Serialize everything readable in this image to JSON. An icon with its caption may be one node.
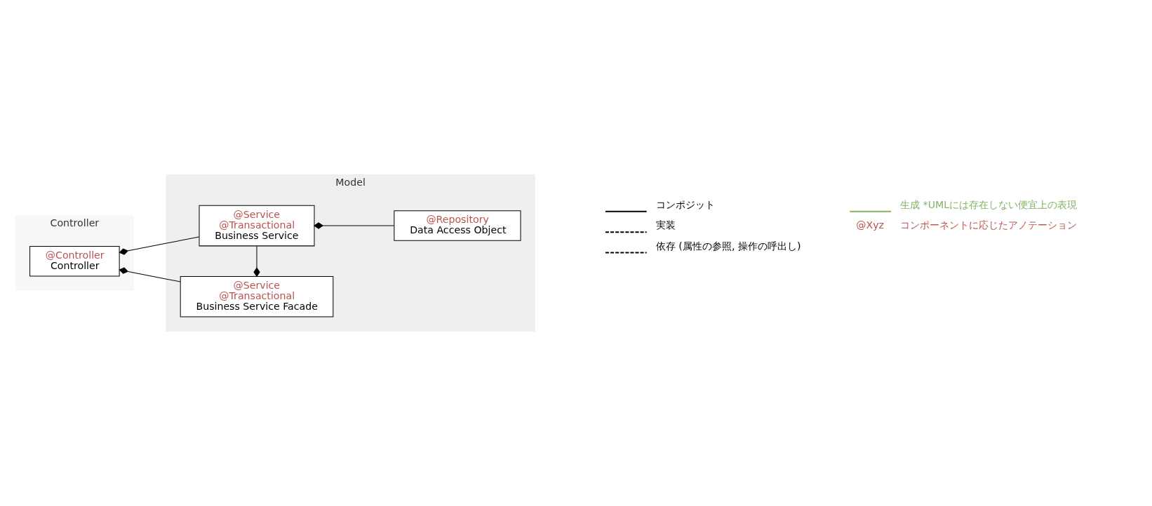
{
  "diagram": {
    "nodes": [
      {
        "text": [
          "Controller"
        ]
      },
      {
        "text": [
          "Model"
        ]
      },
      {
        "text": [
          "@Controller",
          "Controller"
        ],
        "in": 0
      },
      {
        "text": [
          "@Service",
          "@Transactional",
          "Business Service Facade"
        ],
        "in": 1
      },
      {
        "text": [
          "@Service",
          "@Transactional",
          "Business Service"
        ],
        "in": 1
      },
      {
        "text": [
          "@Repository",
          "Data Access Object"
        ],
        "in": 1
      }
    ],
    "edges": [
      {
        "from": 2,
        "to": 3,
        "arrow": "other"
      },
      {
        "from": 2,
        "to": 4,
        "arrow": "other"
      },
      {
        "from": 3,
        "to": 4,
        "arrow": "other"
      },
      {
        "from": 4,
        "to": 5,
        "arrow": "other"
      }
    ],
    "labels": [
      "@Xyz"
    ],
    "legend": [
      {
        "text": "コンポジット"
      },
      {
        "text": "生成 *UMLには存在しない便宜上の表現"
      },
      {
        "text": "実装"
      },
      {
        "text": "コンポーネントに応じたアノテーション"
      },
      {
        "text": "依存 (属性の参照, 操作の呼出し)"
      }
    ]
  }
}
